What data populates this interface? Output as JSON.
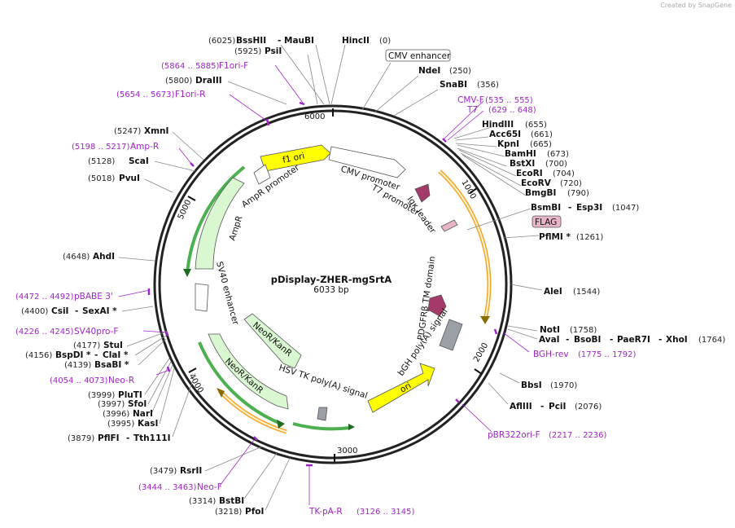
{
  "credit": "Created by SnapGene",
  "map": {
    "name": "pDisplay-ZHER-mgSrtA",
    "size": "6033 bp",
    "ticks": {
      "t1000": "1000",
      "t2000": "2000",
      "t3000": "3000",
      "t4000": "4000",
      "t5000": "5000",
      "t6000": "6000"
    }
  },
  "sites": [
    [
      "(6025)",
      "BssHII"
    ],
    [
      "",
      "MauBI"
    ],
    [
      "",
      "HincII"
    ],
    [
      "(0)",
      ""
    ],
    [
      "(5925)",
      "PsiI"
    ],
    [
      "(250)",
      "NdeI"
    ],
    [
      "(356)",
      "SnaBI"
    ],
    [
      "(655)",
      "HindIII"
    ],
    [
      "(661)",
      "Acc65I"
    ],
    [
      "(665)",
      "KpnI"
    ],
    [
      "(673)",
      "BamHI"
    ],
    [
      "(700)",
      "BstXI"
    ],
    [
      "(704)",
      "EcoRI"
    ],
    [
      "(720)",
      "EcoRV"
    ],
    [
      "(790)",
      "BmgBI"
    ],
    [
      "",
      "BsmBI"
    ],
    [
      "(1047)",
      "Esp3I"
    ],
    [
      "(1261)",
      "PflMI *"
    ],
    [
      "(1544)",
      "AleI"
    ],
    [
      "(1758)",
      "NotI"
    ],
    [
      "",
      "AvaI"
    ],
    [
      "",
      "BsoBI"
    ],
    [
      "",
      "PaeR7I"
    ],
    [
      "(1764)",
      "XhoI"
    ],
    [
      "(1970)",
      "BbsI"
    ],
    [
      "",
      "AflIII"
    ],
    [
      "(2076)",
      "PciI"
    ],
    [
      "(5800)",
      "DraIII"
    ],
    [
      "(5247)",
      "XmnI"
    ],
    [
      "(5128)",
      "ScaI"
    ],
    [
      "(5018)",
      "PvuI"
    ],
    [
      "(4648)",
      "AhdI"
    ],
    [
      "(4400)",
      "CsiI"
    ],
    [
      "",
      "SexAI *"
    ],
    [
      "(4177)",
      "StuI"
    ],
    [
      "(4156)",
      "BspDI *"
    ],
    [
      "",
      "ClaI *"
    ],
    [
      "(4139)",
      "BsaBI *"
    ],
    [
      "(3999)",
      "PluTI"
    ],
    [
      "(3997)",
      "SfoI"
    ],
    [
      "(3996)",
      "NarI"
    ],
    [
      "(3995)",
      "KasI"
    ],
    [
      "(3879)",
      "PflFI"
    ],
    [
      "",
      "Tth111I"
    ],
    [
      "(3479)",
      "RsrII"
    ],
    [
      "(3314)",
      "BstBI"
    ],
    [
      "(3218)",
      "PfoI"
    ]
  ],
  "primers": [
    [
      "(5864 .. 5885)",
      "F1ori-F"
    ],
    [
      "(5654 .. 5673)",
      "F1ori-R"
    ],
    [
      "(535 .. 555)",
      "CMV-F"
    ],
    [
      "(629 .. 648)",
      "T7"
    ],
    [
      "(5198 .. 5217)",
      "Amp-R"
    ],
    [
      "(4472 .. 4492)",
      "pBABE 3'"
    ],
    [
      "(4226 .. 4245)",
      "SV40pro-F"
    ],
    [
      "(4054 .. 4073)",
      "Neo-R"
    ],
    [
      "(1775 .. 1792)",
      "BGH-rev"
    ],
    [
      "(2217 .. 2236)",
      "pBR322ori-F"
    ],
    [
      "(3444 .. 3463)",
      "Neo-F"
    ],
    [
      "(3126 .. 3145)",
      "TK-pA-R"
    ]
  ],
  "features": {
    "cmv_enh": "CMV enhancer",
    "flag": "FLAG",
    "f1ori": "f1 ori",
    "cmvp": "CMV promoter",
    "t7p": "T7 promoter",
    "igk": "Igκ leader",
    "pdgfr": "PDGFRβ TM domain",
    "bgh": "bGH poly(A) signal",
    "ori": "ori",
    "hsv": "HSV TK poly(A) signal",
    "neo1": "NeoR/KanR",
    "neo2": "NeoR/KanR",
    "sv40": "SV40 enhancer",
    "ampr": "AmpR",
    "amprp": "AmpR promoter"
  }
}
